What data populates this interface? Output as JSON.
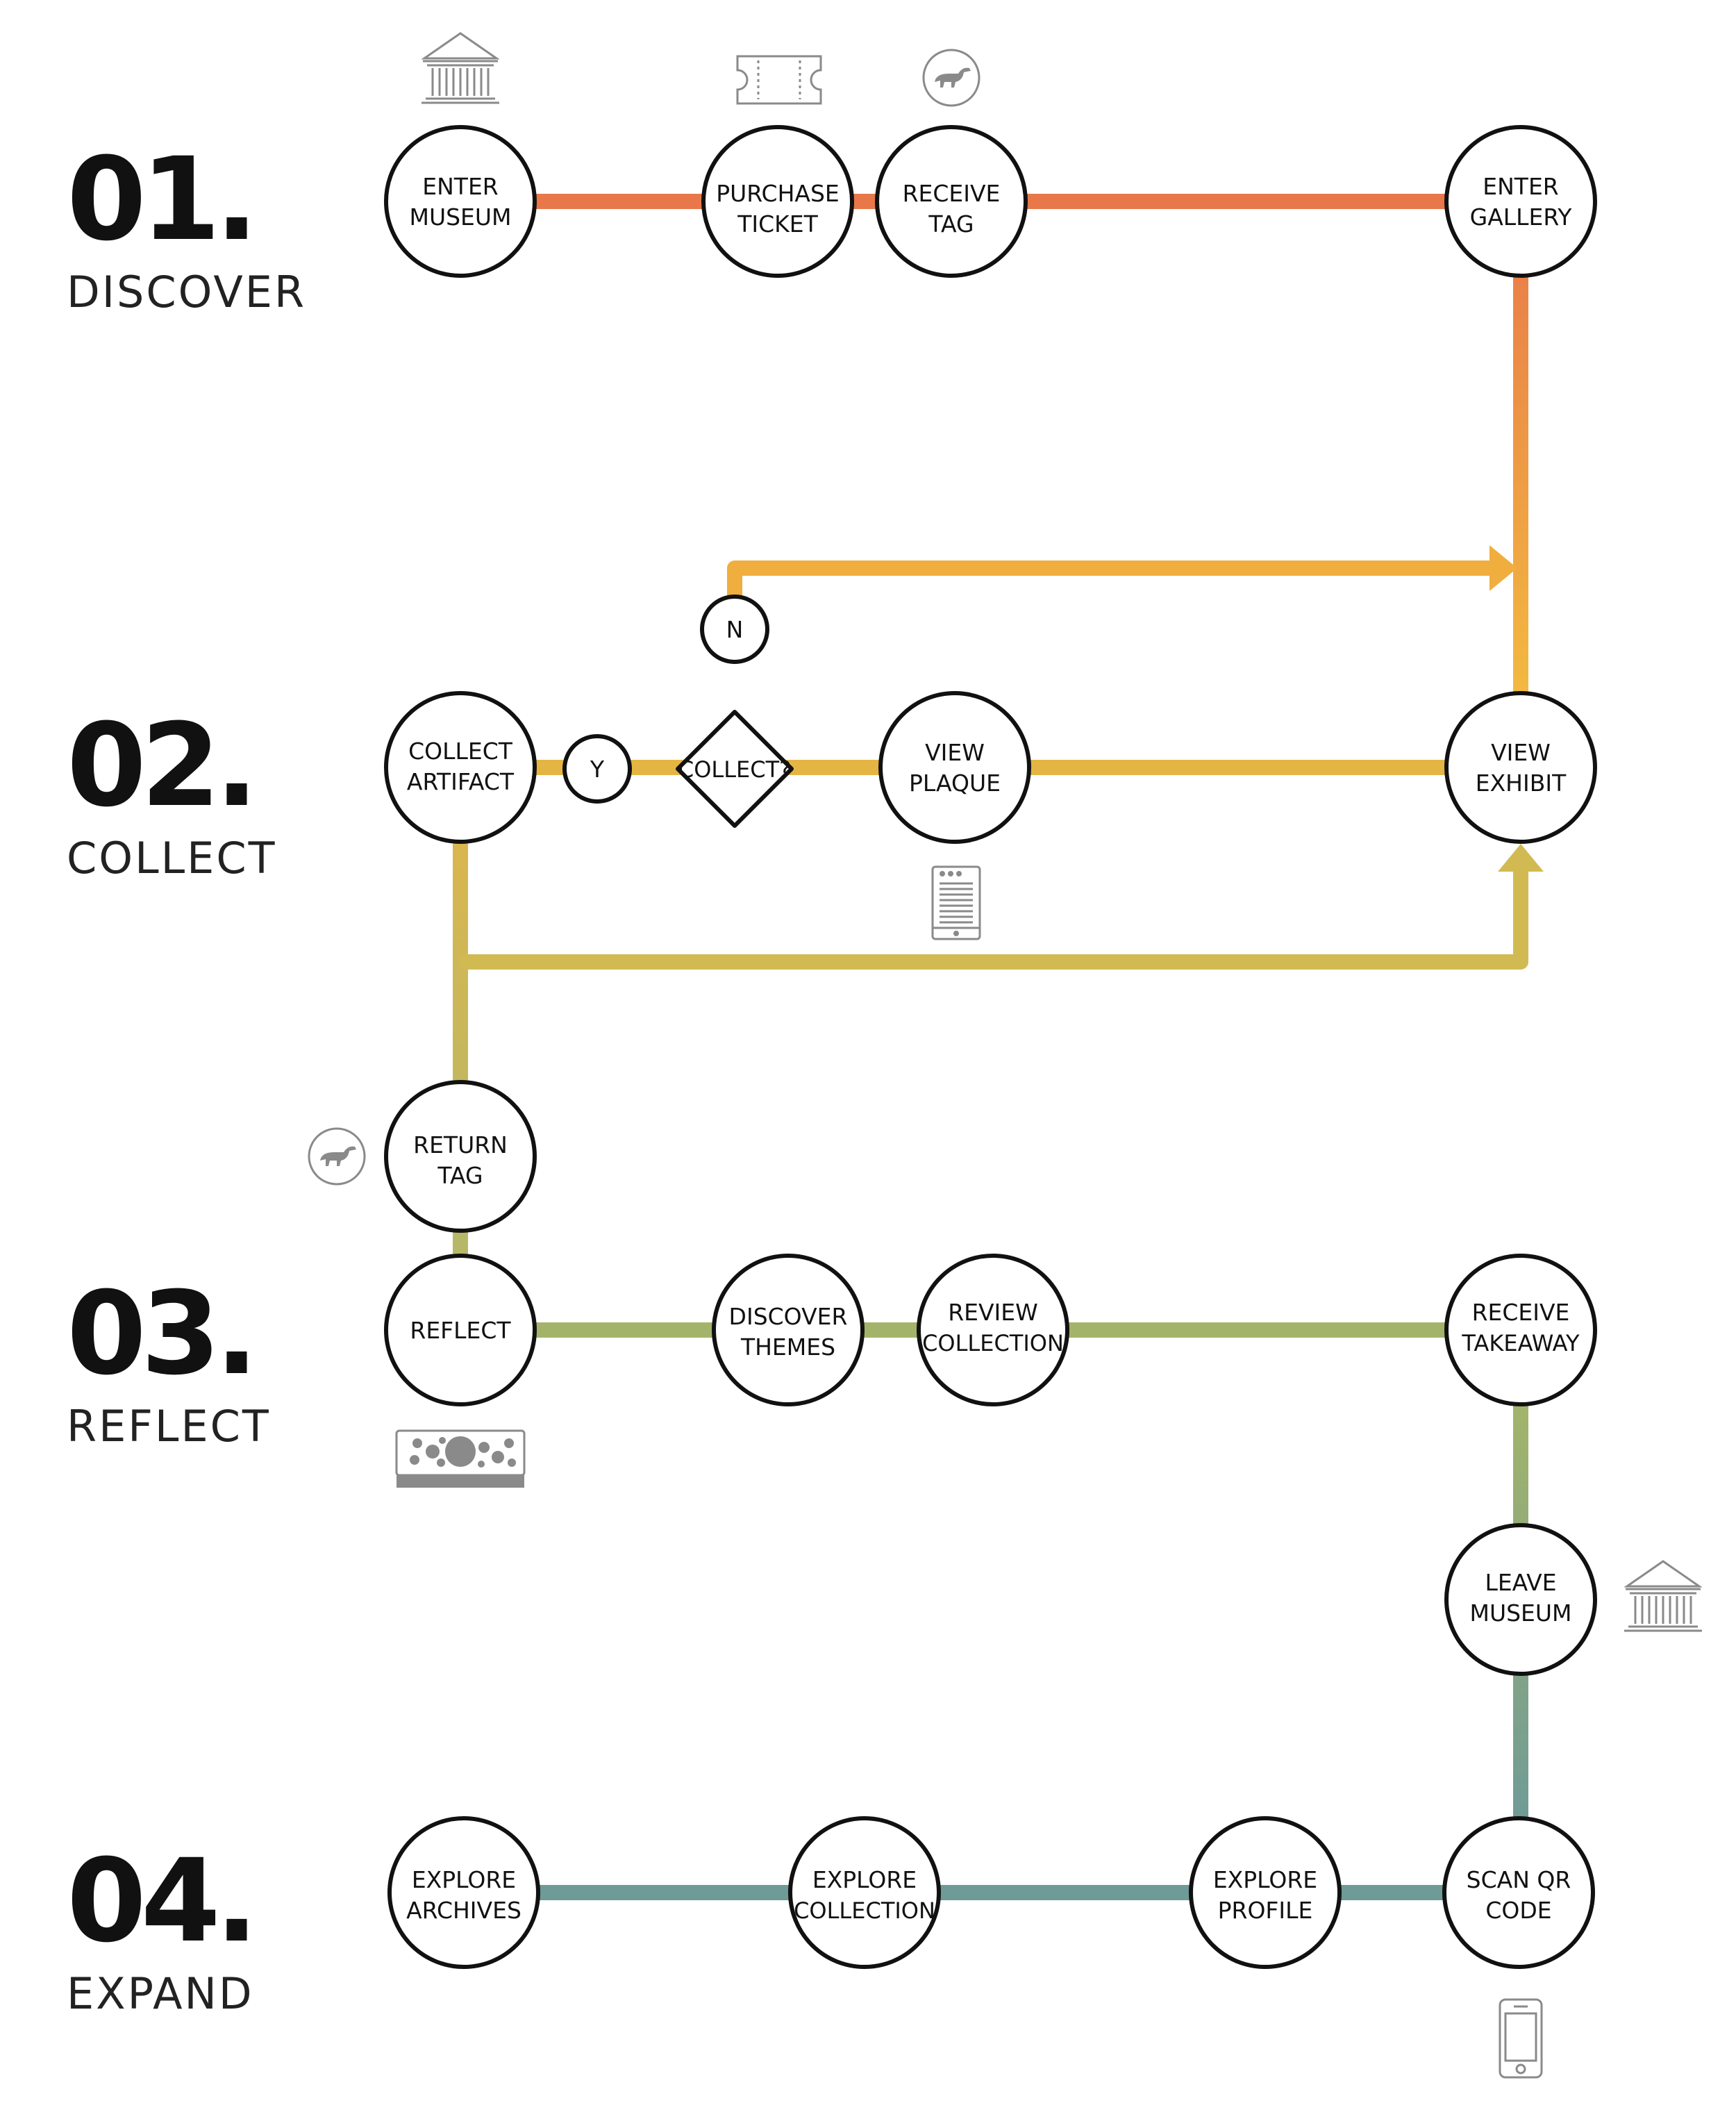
{
  "stages": [
    {
      "number": "01.",
      "name": "DISCOVER"
    },
    {
      "number": "02.",
      "name": "COLLECT"
    },
    {
      "number": "03.",
      "name": "REFLECT"
    },
    {
      "number": "04.",
      "name": "EXPAND"
    }
  ],
  "nodes": {
    "enter_museum": [
      "ENTER",
      "MUSEUM"
    ],
    "purchase_ticket": [
      "PURCHASE",
      "TICKET"
    ],
    "receive_tag": [
      "RECEIVE",
      "TAG"
    ],
    "enter_gallery": [
      "ENTER",
      "GALLERY"
    ],
    "collect_artifact": [
      "COLLECT",
      "ARTIFACT"
    ],
    "yes": [
      "Y"
    ],
    "collect_decision": [
      "COLLECT?"
    ],
    "no": [
      "N"
    ],
    "view_plaque": [
      "VIEW",
      "PLAQUE"
    ],
    "view_exhibit": [
      "VIEW",
      "EXHIBIT"
    ],
    "return_tag": [
      "RETURN",
      "TAG"
    ],
    "reflect": [
      "REFLECT"
    ],
    "discover_themes": [
      "DISCOVER",
      "THEMES"
    ],
    "review_collection": [
      "REVIEW",
      "COLLECTION"
    ],
    "receive_takeaway": [
      "RECEIVE",
      "TAKEAWAY"
    ],
    "leave_museum": [
      "LEAVE",
      "MUSEUM"
    ],
    "explore_archives": [
      "EXPLORE",
      "ARCHIVES"
    ],
    "explore_collection": [
      "EXPLORE",
      "COLLECTION"
    ],
    "explore_profile": [
      "EXPLORE",
      "PROFILE"
    ],
    "scan_qr_code": [
      "SCAN QR",
      "CODE"
    ]
  },
  "colors": {
    "discover": "#e8784a",
    "collect": "#f0ae3e",
    "collect_lower": "#d2ba52",
    "reflect": "#a3b46a",
    "expand": "#6e9a98",
    "node_stroke": "#111111",
    "icon": "#8a8a8a"
  },
  "icons": [
    "museum-building-icon",
    "ticket-icon",
    "dinosaur-tag-icon",
    "tablet-icon",
    "dinosaur-tag-icon",
    "display-board-icon",
    "museum-building-icon",
    "smartphone-icon"
  ]
}
